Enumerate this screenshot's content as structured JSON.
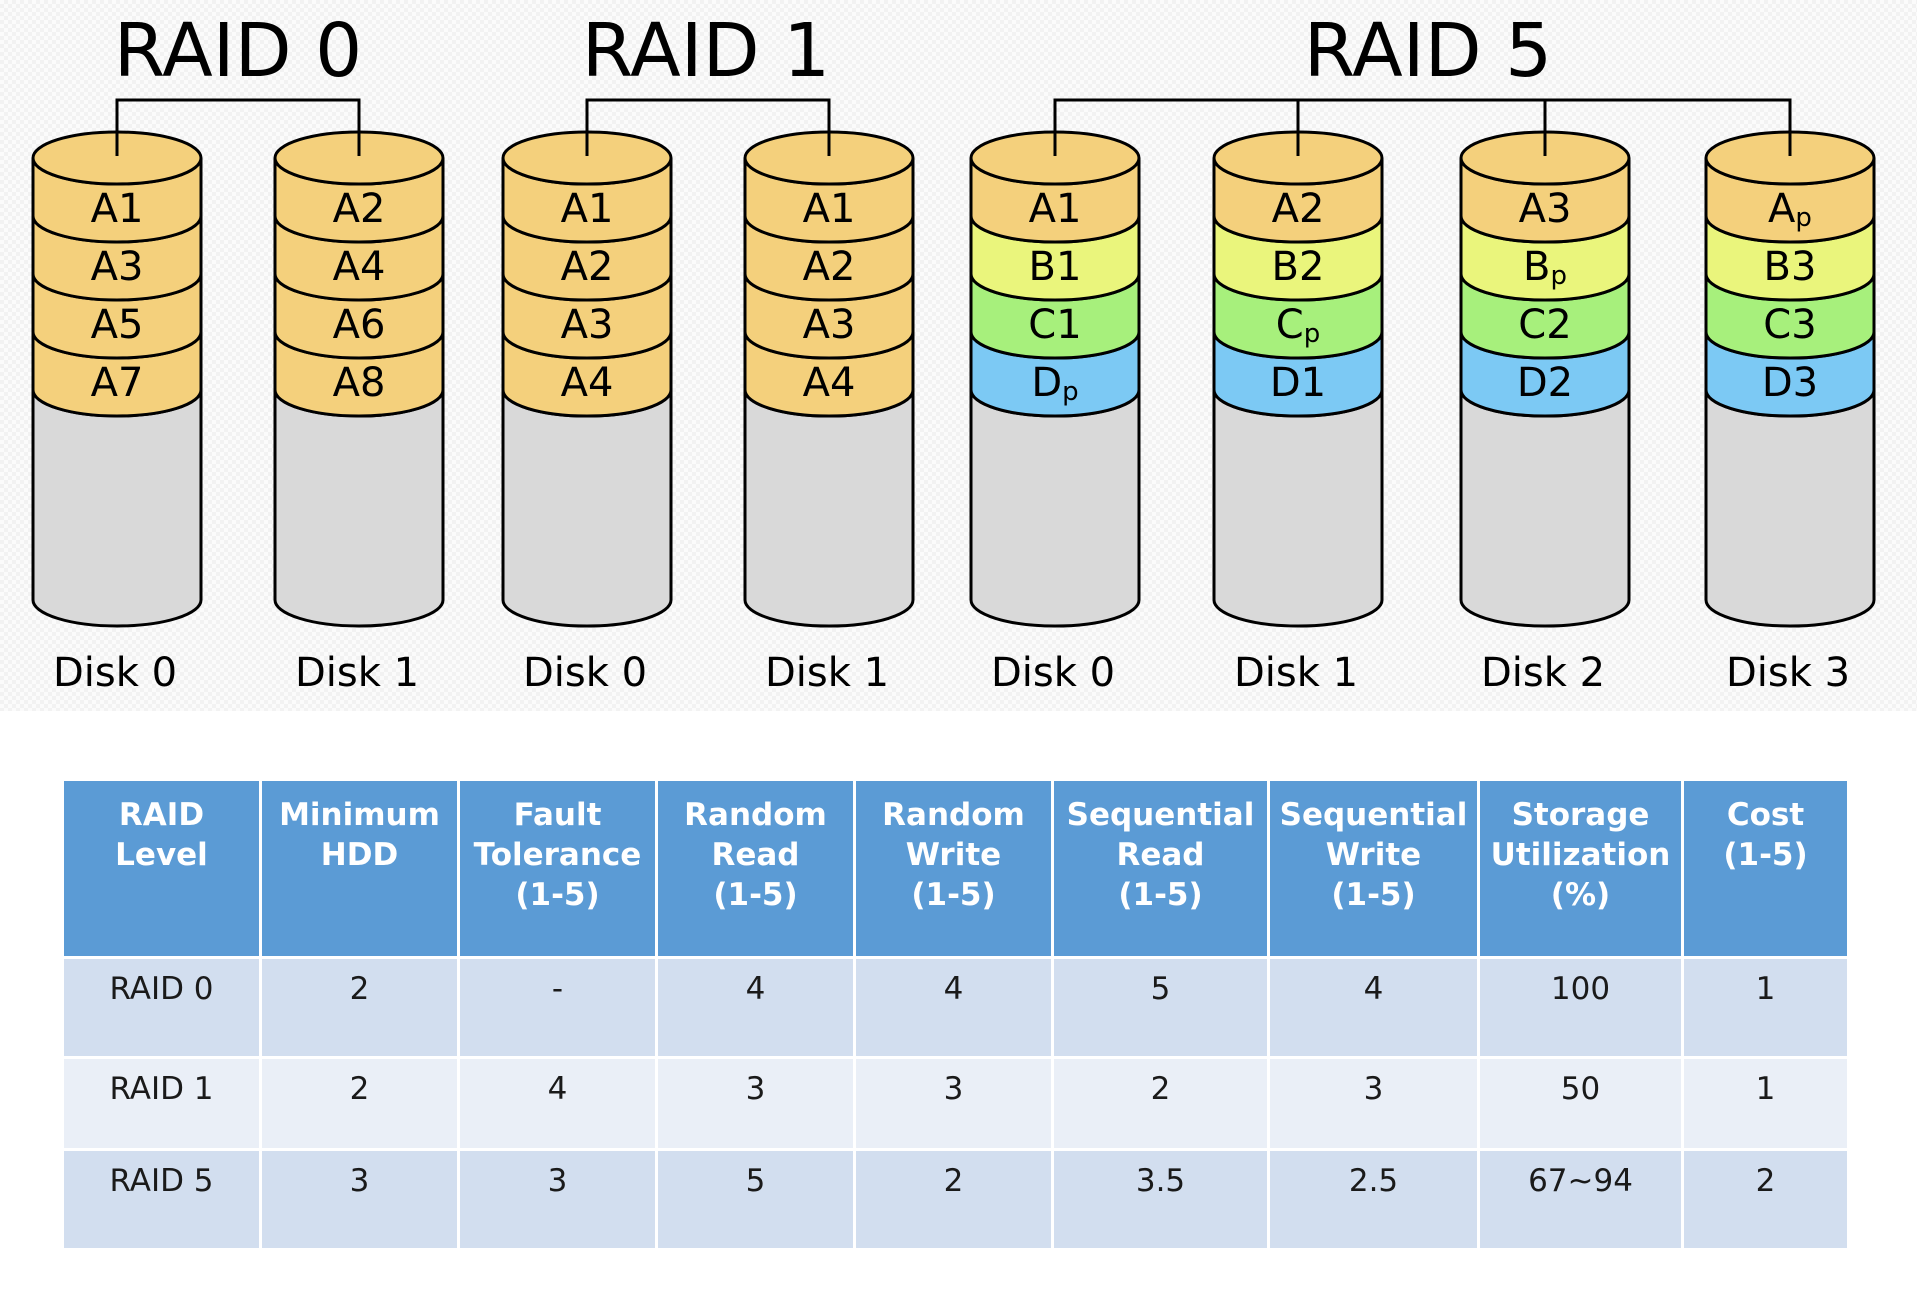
{
  "groups": [
    {
      "title": "RAID 0",
      "disks": [
        {
          "label": "Disk 0",
          "blocks": [
            [
              "A1",
              "",
              "a"
            ],
            [
              "A3",
              "",
              "a"
            ],
            [
              "A5",
              "",
              "a"
            ],
            [
              "A7",
              "",
              "a"
            ]
          ]
        },
        {
          "label": "Disk 1",
          "blocks": [
            [
              "A2",
              "",
              "a"
            ],
            [
              "A4",
              "",
              "a"
            ],
            [
              "A6",
              "",
              "a"
            ],
            [
              "A8",
              "",
              "a"
            ]
          ]
        }
      ]
    },
    {
      "title": "RAID 1",
      "disks": [
        {
          "label": "Disk 0",
          "blocks": [
            [
              "A1",
              "",
              "a"
            ],
            [
              "A2",
              "",
              "a"
            ],
            [
              "A3",
              "",
              "a"
            ],
            [
              "A4",
              "",
              "a"
            ]
          ]
        },
        {
          "label": "Disk 1",
          "blocks": [
            [
              "A1",
              "",
              "a"
            ],
            [
              "A2",
              "",
              "a"
            ],
            [
              "A3",
              "",
              "a"
            ],
            [
              "A4",
              "",
              "a"
            ]
          ]
        }
      ]
    },
    {
      "title": "RAID 5",
      "disks": [
        {
          "label": "Disk 0",
          "blocks": [
            [
              "A1",
              "",
              "a"
            ],
            [
              "B1",
              "",
              "b"
            ],
            [
              "C1",
              "",
              "c"
            ],
            [
              "D",
              "p",
              "d"
            ]
          ]
        },
        {
          "label": "Disk 1",
          "blocks": [
            [
              "A2",
              "",
              "a"
            ],
            [
              "B2",
              "",
              "b"
            ],
            [
              "C",
              "p",
              "c"
            ],
            [
              "D1",
              "",
              "d"
            ]
          ]
        },
        {
          "label": "Disk 2",
          "blocks": [
            [
              "A3",
              "",
              "a"
            ],
            [
              "B",
              "p",
              "b"
            ],
            [
              "C2",
              "",
              "c"
            ],
            [
              "D2",
              "",
              "d"
            ]
          ]
        },
        {
          "label": "Disk 3",
          "blocks": [
            [
              "A",
              "p",
              "a"
            ],
            [
              "B3",
              "",
              "b"
            ],
            [
              "C3",
              "",
              "c"
            ],
            [
              "D3",
              "",
              "d"
            ]
          ]
        }
      ]
    }
  ],
  "colors": {
    "a": "#f4d07c",
    "b": "#eaf57c",
    "c": "#a7f07c",
    "d": "#7cc9f4",
    "empty": "#d9d9d9",
    "header_bg": "#5b9bd5",
    "row_dark": "#d2deef",
    "row_light": "#eaeff7"
  },
  "table": {
    "headers": [
      "RAID\nLevel",
      "Minimum\nHDD",
      "Fault\nTolerance\n(1-5)",
      "Random\nRead\n(1-5)",
      "Random\nWrite\n(1-5)",
      "Sequential\nRead\n(1-5)",
      "Sequential\nWrite\n(1-5)",
      "Storage\nUtilization\n(%)",
      "Cost\n(1-5)"
    ],
    "rows": [
      [
        "RAID 0",
        "2",
        "-",
        "4",
        "4",
        "5",
        "4",
        "100",
        "1"
      ],
      [
        "RAID 1",
        "2",
        "4",
        "3",
        "3",
        "2",
        "3",
        "50",
        "1"
      ],
      [
        "RAID 5",
        "3",
        "3",
        "5",
        "2",
        "3.5",
        "2.5",
        "67~94",
        "2"
      ]
    ]
  }
}
